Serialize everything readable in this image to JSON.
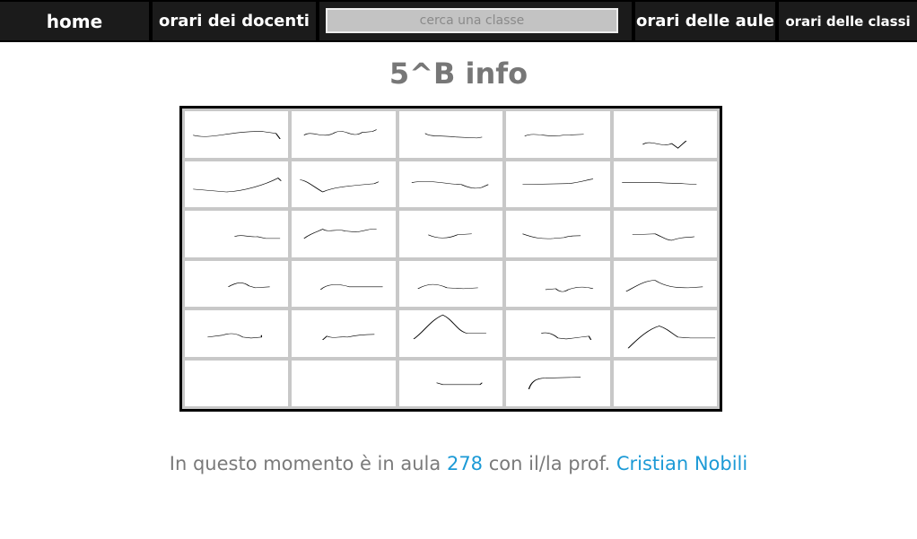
{
  "nav": {
    "home": "home",
    "teachers": "orari dei docenti",
    "search_placeholder": "cerca una classe",
    "rooms": "orari delle aule",
    "classes": "orari delle classi"
  },
  "page": {
    "title": "5^B info"
  },
  "schedule": {
    "rows": 6,
    "columns": 5
  },
  "status": {
    "prefix": "In questo momento è in aula",
    "room": "278",
    "middle": "con il/la prof.",
    "teacher": "Cristian Nobili"
  },
  "colors": {
    "nav_background": "#000000",
    "highlight": "#1c9ad6",
    "text_gray": "#777777"
  }
}
